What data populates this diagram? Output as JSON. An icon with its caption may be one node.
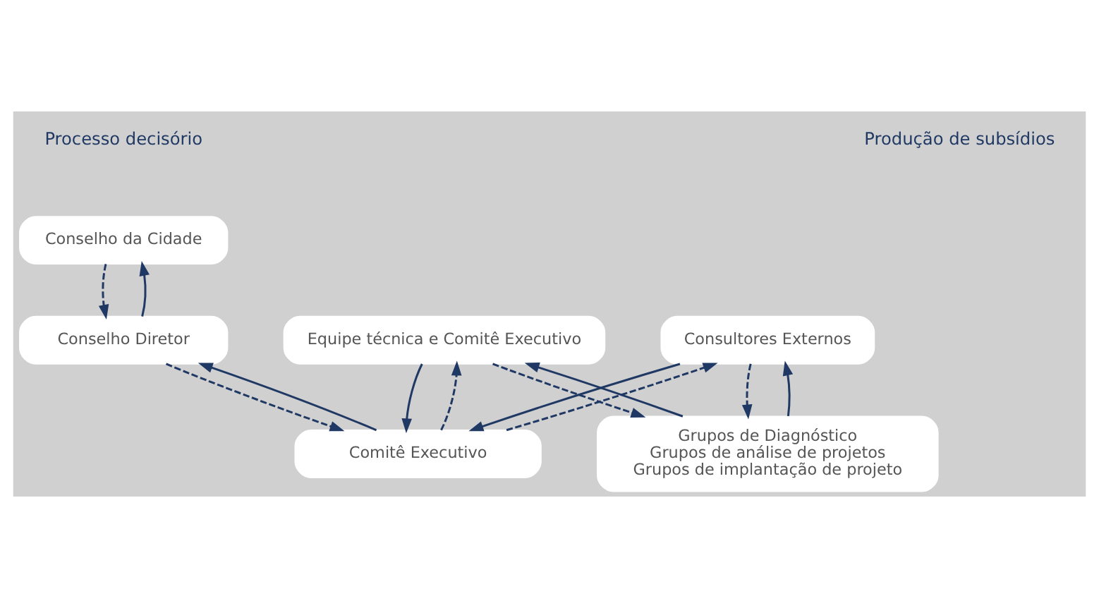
{
  "diagram": {
    "nodes": [
      {
        "text": [
          "Conselho da Cidade"
        ]
      },
      {
        "text": [
          "Grupos de Diagnóstico",
          "Grupos de análise de projetos",
          "Grupos de implantação de projeto"
        ]
      },
      {
        "text": [
          "Conselho Diretor"
        ]
      },
      {
        "text": [
          "Equipe técnica e Comitê Executivo"
        ]
      },
      {
        "text": [
          "Consultores Externos"
        ]
      },
      {
        "text": [
          "Comitê Executivo"
        ]
      }
    ],
    "edges": [
      {
        "from": 0,
        "to": 2,
        "arrow": "to",
        "style": "dashed"
      },
      {
        "from": 2,
        "to": 0,
        "arrow": "to"
      },
      {
        "from": 1,
        "to": 3,
        "arrow": "to"
      },
      {
        "from": 1,
        "to": 4,
        "arrow": "to"
      },
      {
        "from": 3,
        "to": 1,
        "arrow": "to",
        "style": "dashed"
      },
      {
        "from": 4,
        "to": 1,
        "arrow": "to",
        "style": "dashed"
      },
      {
        "from": 2,
        "to": 5,
        "arrow": "to",
        "style": "dashed"
      },
      {
        "from": 5,
        "to": 2,
        "arrow": "to"
      },
      {
        "from": 3,
        "to": 5,
        "arrow": "to"
      },
      {
        "from": 4,
        "to": 5,
        "arrow": "to"
      },
      {
        "from": 5,
        "to": 3,
        "arrow": "to",
        "style": "dashed"
      },
      {
        "from": 5,
        "to": 4,
        "arrow": "to",
        "style": "dashed"
      }
    ],
    "labels": [
      "Processo decisório",
      "Produção de subsídios"
    ]
  }
}
